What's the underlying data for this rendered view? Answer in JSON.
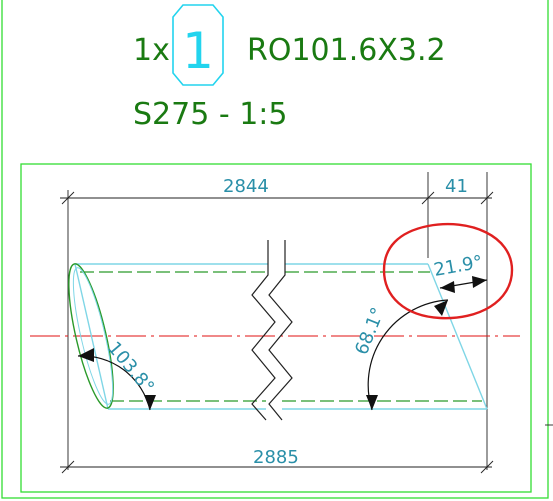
{
  "header": {
    "quantity": "1x",
    "part_number": "1",
    "profile": "RO101.6X3.2",
    "material_scale": "S275 - 1:5"
  },
  "dimensions": {
    "top_length": "2844",
    "top_offset": "41",
    "bottom_length": "2885",
    "left_angle": "103.8°",
    "right_angle": "68.1°",
    "highlight_angle": "21.9°"
  },
  "colors": {
    "frame": "#33dd33",
    "title": "#1a7a12",
    "dimension": "#2a8fa8",
    "pipe_outline": "#7fd6e6",
    "hidden_line": "#2a9a2a",
    "center_line": "#e01010",
    "highlight": "#e02020",
    "badge": "#22d4ee"
  }
}
